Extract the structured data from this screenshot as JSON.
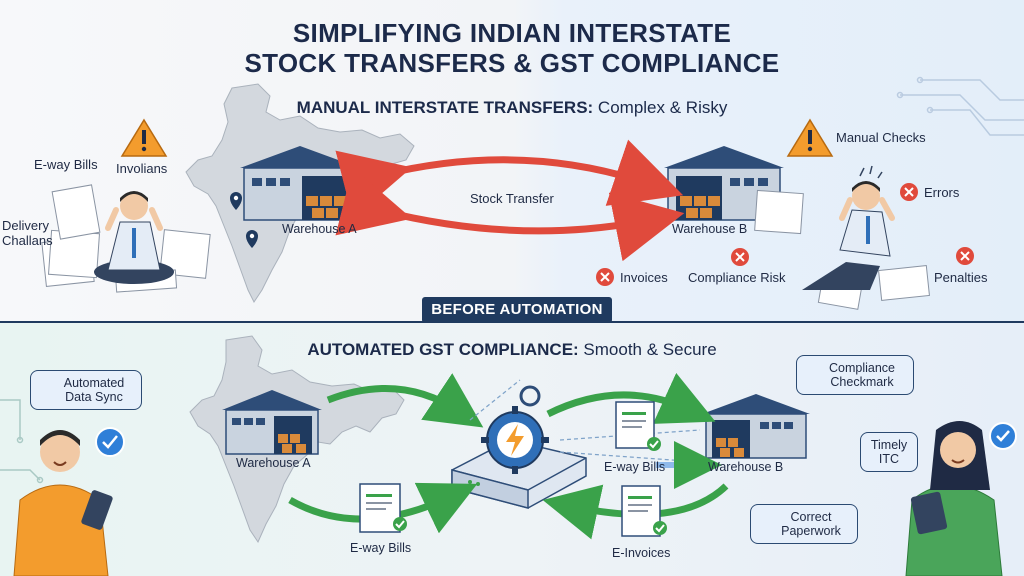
{
  "title": {
    "line1": "SIMPLIFYING INDIAN INTERSTATE",
    "line2": "STOCK TRANSFERS & GST COMPLIANCE"
  },
  "manual": {
    "heading_bold": "MANUAL INTERSTATE TRANSFERS:",
    "heading_rest": " Complex & Risky",
    "eway_bills": "E-way Bills",
    "involians": "Involians",
    "delivery_challans_1": "Delivery",
    "delivery_challans_2": "Challans",
    "warehouse_a": "Warehouse A",
    "warehouse_b": "Warehouse B",
    "stock_transfer": "Stock Transfer",
    "manual_checks": "Manual Checks",
    "errors": "Errors",
    "invoices": "Invoices",
    "compliance_risk": "Compliance Risk",
    "penalties": "Penalties"
  },
  "divider_badge": "BEFORE AUTOMATION",
  "automated": {
    "heading_bold": "AUTOMATED GST COMPLIANCE:",
    "heading_rest": " Smooth & Secure",
    "automated_sync_1": "Automated",
    "automated_sync_2": "Data Sync",
    "compliance_check_1": "Compliance",
    "compliance_check_2": "Checkmark",
    "warehouse_a": "Warehouse A",
    "warehouse_b": "Warehouse B",
    "eway_bills_top": "E-way Bills",
    "eway_bills_bottom": "E-way Bills",
    "e_invoices": "E-Invoices",
    "timely_itc_1": "Timely",
    "timely_itc_2": "ITC",
    "correct_paperwork_1": "Correct",
    "correct_paperwork_2": "Paperwork"
  },
  "colors": {
    "navy": "#1f3a5f",
    "alert_red": "#e04a3c",
    "flow_green": "#3aa24a",
    "warn_orange": "#f39c2d",
    "check_blue": "#2f7fd8"
  }
}
